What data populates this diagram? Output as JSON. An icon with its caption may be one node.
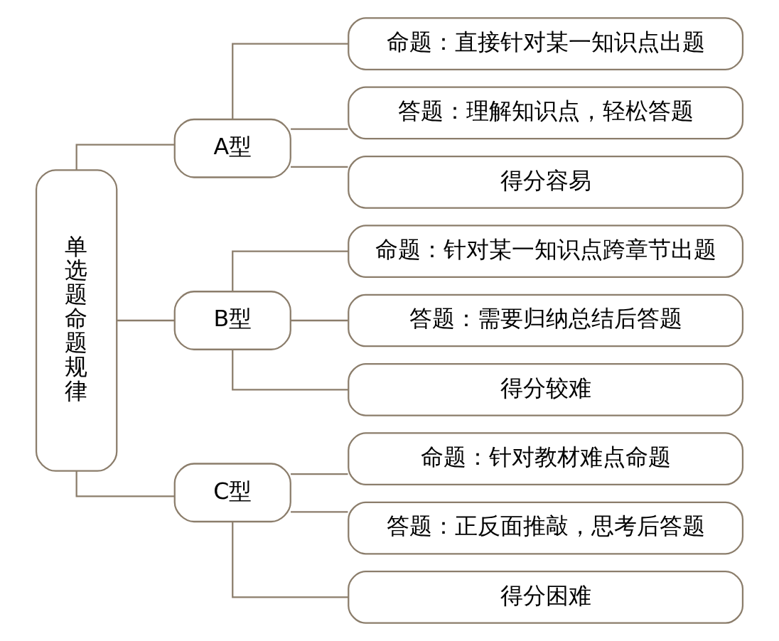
{
  "diagram": {
    "nodes": [
      {
        "text": [
          "单选题命题规律"
        ]
      },
      {
        "text": [
          "A型"
        ]
      },
      {
        "text": [
          "命题：直接针对某一知识点出题"
        ]
      },
      {
        "text": [
          "答题：理解知识点，轻松答题"
        ]
      },
      {
        "text": [
          "得分容易"
        ]
      },
      {
        "text": [
          "B型"
        ]
      },
      {
        "text": [
          "命题：针对某一知识点跨章节出题"
        ]
      },
      {
        "text": [
          "答题：需要归纳总结后答题"
        ]
      },
      {
        "text": [
          "得分较难"
        ]
      },
      {
        "text": [
          "C型"
        ]
      },
      {
        "text": [
          "命题：针对教材难点命题"
        ]
      },
      {
        "text": [
          "答题：正反面推敲，思考后答题"
        ]
      },
      {
        "text": [
          "得分困难"
        ]
      }
    ],
    "edges": [
      {
        "from": 0,
        "to": 1,
        "arrow": "none"
      },
      {
        "from": 0,
        "to": 5,
        "arrow": "none"
      },
      {
        "from": 0,
        "to": 9,
        "arrow": "none"
      },
      {
        "from": 1,
        "to": 2,
        "arrow": "none"
      },
      {
        "from": 1,
        "to": 3,
        "arrow": "none"
      },
      {
        "from": 1,
        "to": 4,
        "arrow": "none"
      },
      {
        "from": 5,
        "to": 6,
        "arrow": "none"
      },
      {
        "from": 5,
        "to": 7,
        "arrow": "none"
      },
      {
        "from": 5,
        "to": 8,
        "arrow": "none"
      },
      {
        "from": 9,
        "to": 10,
        "arrow": "none"
      },
      {
        "from": 9,
        "to": 11,
        "arrow": "none"
      },
      {
        "from": 9,
        "to": 12,
        "arrow": "none"
      }
    ]
  }
}
